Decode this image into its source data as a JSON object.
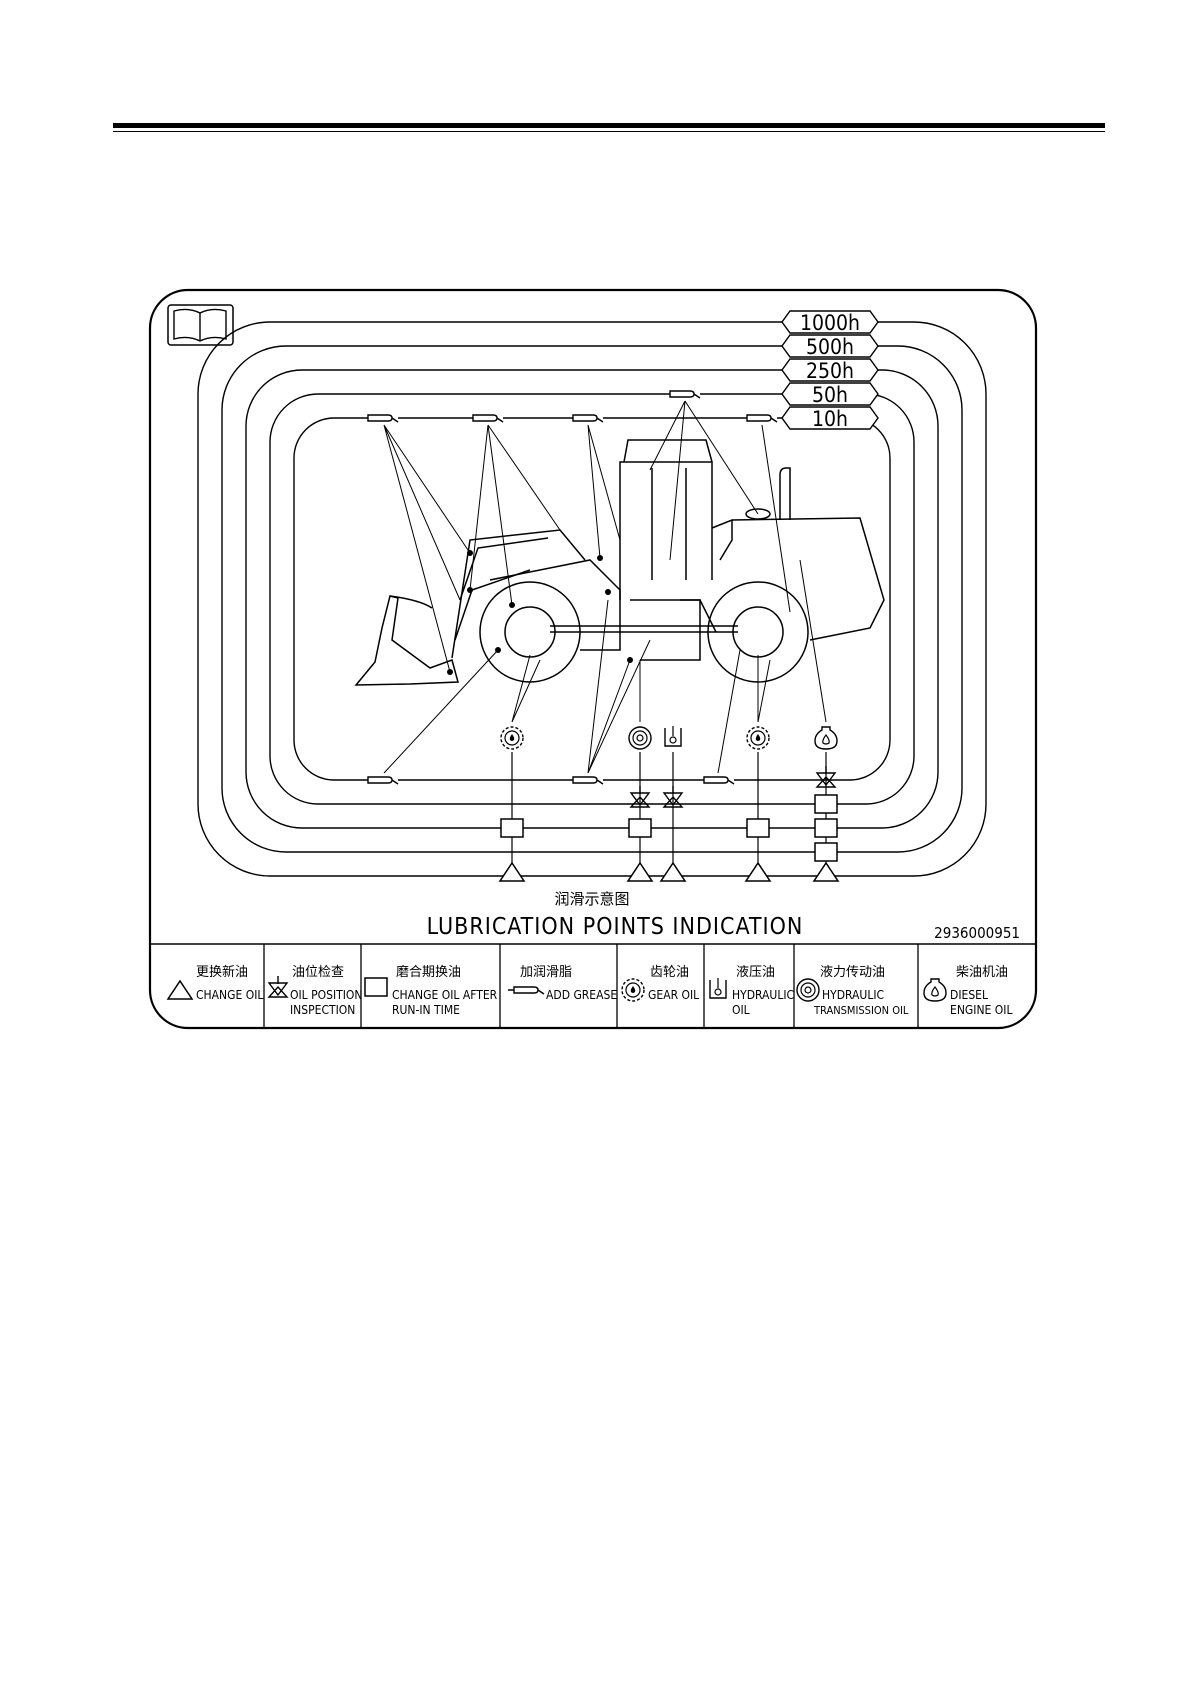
{
  "diagram": {
    "intervals": [
      "1000h",
      "500h",
      "250h",
      "50h",
      "10h"
    ],
    "title_cn": "润滑示意图",
    "title_en": "LUBRICATION POINTS INDICATION",
    "part_number": "2936000951"
  },
  "legend": [
    {
      "cn": "更换新油",
      "en1": "CHANGE OIL",
      "en2": "",
      "icon": "triangle-icon"
    },
    {
      "cn": "油位检查",
      "en1": "OIL POSITION",
      "en2": "INSPECTION",
      "icon": "oil-level-icon"
    },
    {
      "cn": "磨合期换油",
      "en1": "CHANGE OIL AFTER",
      "en2": "RUN-IN TIME",
      "icon": "square-icon"
    },
    {
      "cn": "加润滑脂",
      "en1": "ADD GREASE",
      "en2": "",
      "icon": "grease-gun-icon"
    },
    {
      "cn": "齿轮油",
      "en1": "GEAR OIL",
      "en2": "",
      "icon": "gear-oil-icon"
    },
    {
      "cn": "液压油",
      "en1": "HYDRAULIC",
      "en2": "OIL",
      "icon": "hydraulic-oil-icon"
    },
    {
      "cn": "液力传动油",
      "en1": "HYDRAULIC",
      "en2": "TRANSMISSION OIL",
      "icon": "transmission-oil-icon"
    },
    {
      "cn": "柴油机油",
      "en1": "DIESEL",
      "en2": "ENGINE OIL",
      "icon": "diesel-oil-icon"
    }
  ]
}
